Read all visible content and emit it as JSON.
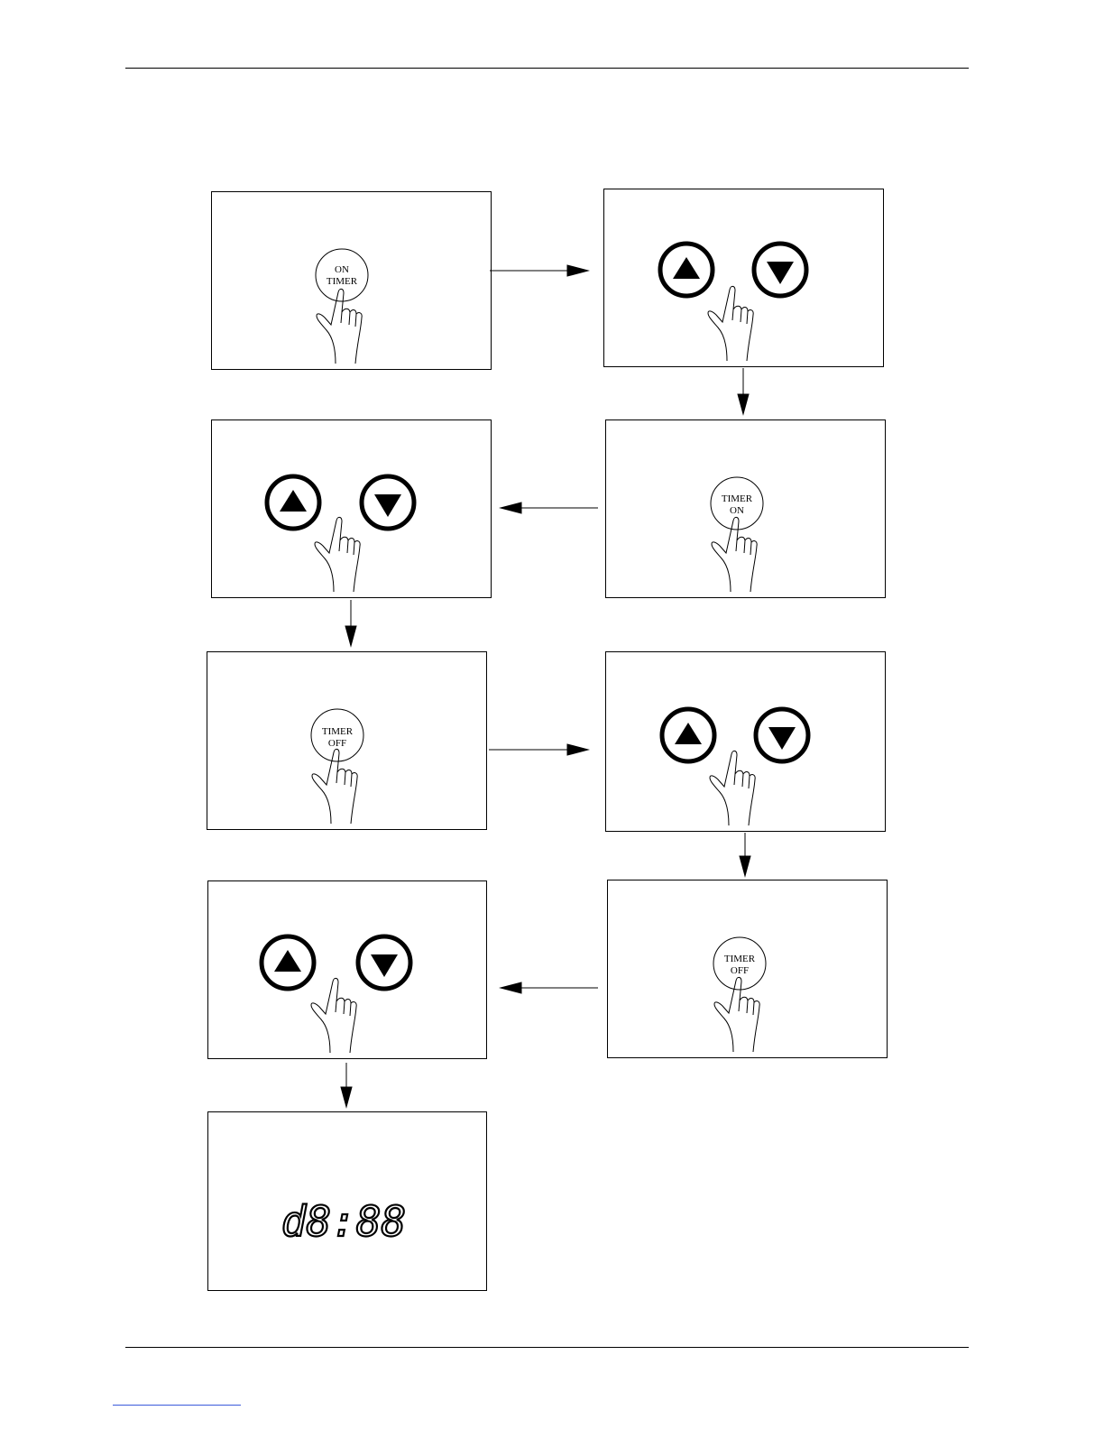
{
  "panels": [
    {
      "id": "step1",
      "kind": "press",
      "label_top": "ON",
      "label_bottom": "TIMER"
    },
    {
      "id": "step2",
      "kind": "updown"
    },
    {
      "id": "step3",
      "kind": "press",
      "label_top": "TIMER",
      "label_bottom": "ON"
    },
    {
      "id": "step4",
      "kind": "updown"
    },
    {
      "id": "step5",
      "kind": "press",
      "label_top": "TIMER",
      "label_bottom": "OFF"
    },
    {
      "id": "step6",
      "kind": "updown"
    },
    {
      "id": "step7",
      "kind": "press",
      "label_top": "TIMER",
      "label_bottom": "OFF"
    },
    {
      "id": "step8",
      "kind": "updown"
    },
    {
      "id": "step9",
      "kind": "display",
      "display_text": "d8:88"
    }
  ],
  "icons": {
    "up": "up-triangle-icon",
    "down": "down-triangle-icon",
    "hand": "pointing-hand-icon"
  },
  "colors": {
    "line": "#000000",
    "page": "#ffffff",
    "link": "#3b5bdb"
  }
}
